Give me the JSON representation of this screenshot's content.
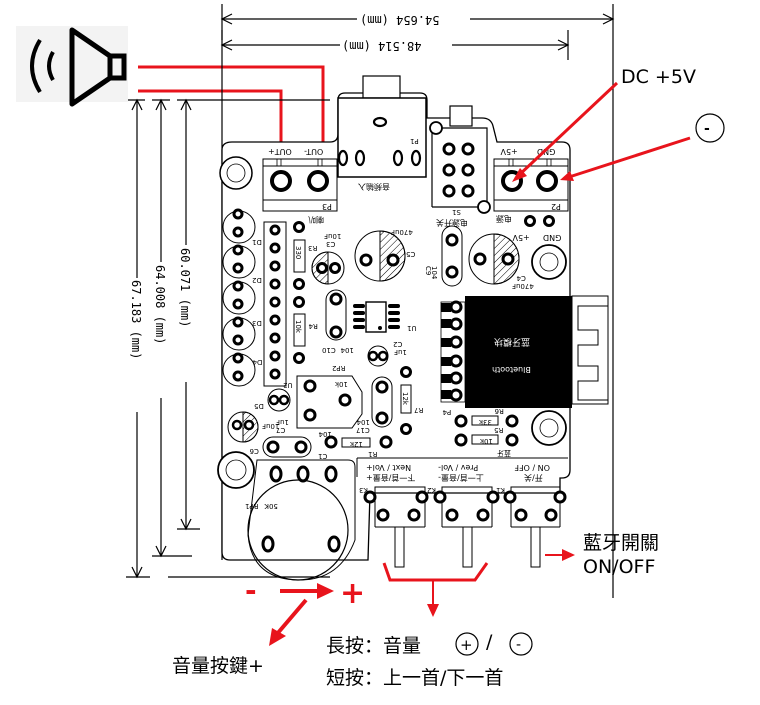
{
  "dimensions": {
    "width_outer": "54.654 (mm)",
    "width_inner": "48.514 (mm)",
    "height_inner": "60.071 (mm)",
    "height_mid": "64.008 (mm)",
    "height_outer": "67.183 (mm)"
  },
  "pcb": {
    "outputs": {
      "out_plus": "OUT+",
      "out_minus": "OUT-",
      "ref": "P3",
      "speaker_label": "喇叭"
    },
    "audio_in": {
      "ref": "P1",
      "label": "音频输入"
    },
    "power_switch": {
      "ref": "S1",
      "label": "电源开关"
    },
    "power_in": {
      "plus": "+5V",
      "gnd": "GND",
      "ref": "P2",
      "label": "电源"
    },
    "power_pad": {
      "plus": "+5V",
      "gnd": "GND"
    },
    "leds": [
      "D1",
      "D2",
      "D3",
      "D4",
      "D5"
    ],
    "resistors": [
      {
        "ref": "R3",
        "value": "330"
      },
      {
        "ref": "R4",
        "value": "10k"
      },
      {
        "ref": "R7",
        "value": "12k"
      },
      {
        "ref": "R1",
        "value": "12k"
      },
      {
        "ref": "R6",
        "value": "33k"
      },
      {
        "ref": "R5",
        "value": "10k"
      }
    ],
    "capacitors": [
      {
        "ref": "C3",
        "value": "10uF"
      },
      {
        "ref": "C5",
        "value": "470uF"
      },
      {
        "ref": "C4",
        "value": "470uF"
      },
      {
        "ref": "C9",
        "value": "104"
      },
      {
        "ref": "C10",
        "value": "104"
      },
      {
        "ref": "C2",
        "value": "1uF"
      },
      {
        "ref": "C7",
        "value": "1uF"
      },
      {
        "ref": "C8",
        "value": "10uF"
      },
      {
        "ref": "C17",
        "value": "104"
      },
      {
        "ref": "C1",
        "value": "104"
      },
      {
        "ref": "C6",
        "value": ""
      }
    ],
    "ic": {
      "ref": "U1"
    },
    "regulator": {
      "ref": "U2"
    },
    "trimpot": {
      "ref": "RP2",
      "value": "10k"
    },
    "volume_pot": {
      "ref": "RP1",
      "value": "50K"
    },
    "bt_module": {
      "ref": "P4",
      "label_cn": "蓝牙模块",
      "label_en": "Bluetooth"
    },
    "button_header": {
      "label_cn": "蓝牙",
      "label_en": "Bluetooth"
    },
    "buttons": [
      {
        "ref": "K1",
        "en": "ON / OFF",
        "cn": "开/关"
      },
      {
        "ref": "K2",
        "en": "Prev / Vol-",
        "cn": "上一首/音量-"
      },
      {
        "ref": "K3",
        "en": "Next / Vol+",
        "cn": "下一首/音量+"
      }
    ]
  },
  "annotations": {
    "dc_label": "DC +5V",
    "minus_symbol": "-",
    "volume_minus": "-",
    "volume_plus": "+",
    "volume_key": "音量按鍵+",
    "long_press_prefix": "長按：音量",
    "long_press_plus": "+",
    "long_press_sep": "/",
    "long_press_minus": "-",
    "short_press": "短按：上一首/下一首",
    "bt_switch_line1": "藍牙開關",
    "bt_switch_line2": "ON/OFF"
  },
  "colors": {
    "annotation_red": "#e8141c",
    "ink": "#000000",
    "bt_module": "#000000"
  }
}
